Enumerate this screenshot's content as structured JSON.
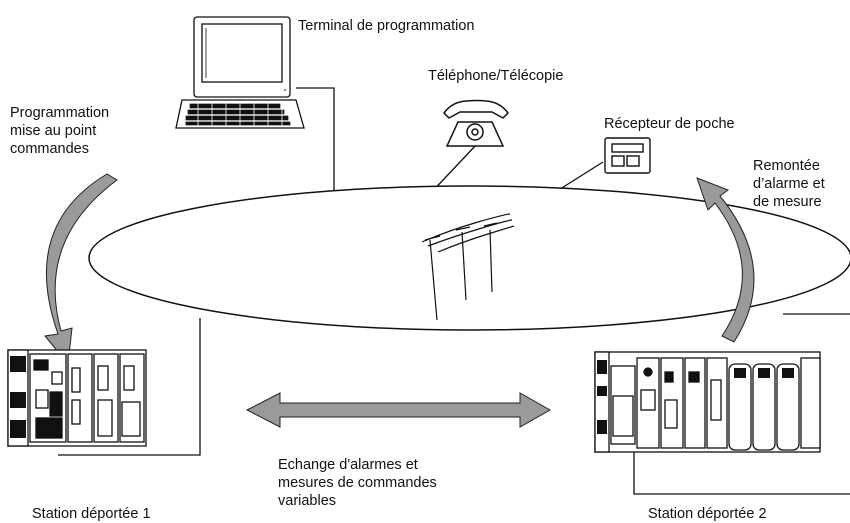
{
  "labels": {
    "terminal": "Terminal de programmation",
    "phone": "Téléphone/Télécopie",
    "pager": "Récepteur de poche",
    "programming": "Programmation\nmise au point\ncommandes",
    "alarm_report": "Remontée\nd’alarme et\nde mesure",
    "exchange": "Echange d'alarmes et\nmesures de commandes\nvariables",
    "station1": "Station déportée 1",
    "station2": "Station déportée 2"
  },
  "colors": {
    "line": "#111111",
    "arrow_fill": "#9a9a9a",
    "device_fill": "#ffffff"
  },
  "icons": [
    "computer-terminal-icon",
    "telephone-icon",
    "pager-icon",
    "power-line-pylon-icon",
    "plc-station-icon"
  ]
}
